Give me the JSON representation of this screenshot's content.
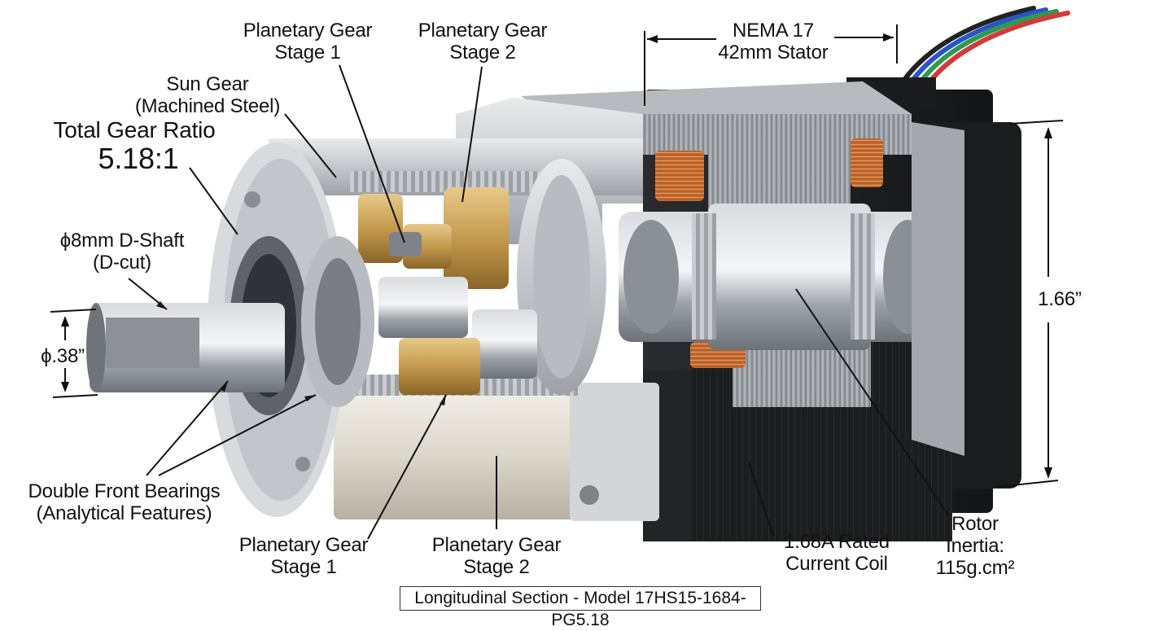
{
  "colors": {
    "aluminum": "#c9ccd0",
    "steel": "#a7acb2",
    "brass": "#c9a15a",
    "copper": "#c0672c",
    "motor_black": "#1c1d1f",
    "leader_line": "#111111"
  },
  "labels": {
    "planetary_stage1_top": [
      "Planetary Gear",
      "Stage 1"
    ],
    "planetary_stage2_top": [
      "Planetary Gear",
      "Stage 2"
    ],
    "nema": [
      "NEMA 17",
      "42mm Stator"
    ],
    "sun_gear": [
      "Sun Gear",
      "(Machined Steel)"
    ],
    "gear_ratio_title": "Total Gear Ratio",
    "gear_ratio_value": "5.18:1",
    "shaft": [
      "ϕ8mm D-Shaft",
      "(D-cut)"
    ],
    "shaft_dia": "ϕ.38”",
    "height": "1.66”",
    "bearings": [
      "Double Front Bearings",
      "(Analytical Features)"
    ],
    "planetary_stage1_bottom": [
      "Planetary Gear",
      "Stage 1"
    ],
    "planetary_stage2_bottom": [
      "Planetary Gear",
      "Stage 2"
    ],
    "coil": [
      "1.68A Rated",
      "Current Coil"
    ],
    "rotor": [
      "Rotor",
      "Inertia:",
      "115g.cm²"
    ]
  },
  "caption": "Longitudinal Section - Model 17HS15-1684-PG5.18",
  "wire_colors": [
    "#222222",
    "#2a55c8",
    "#2f9a4e",
    "#d33a3a"
  ]
}
